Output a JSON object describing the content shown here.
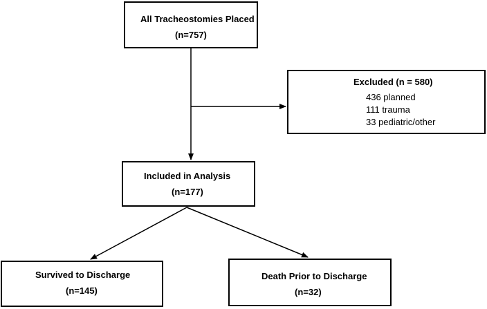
{
  "boxes": {
    "all_placed": {
      "title": "All Tracheostomies Placed",
      "count": "(n=757)"
    },
    "excluded": {
      "title": "Excluded (n = 580)",
      "items": [
        "436 planned",
        "111 trauma",
        "33 pediatric/other"
      ]
    },
    "included": {
      "title": "Included in Analysis",
      "count": "(n=177)"
    },
    "survived": {
      "title": "Survived to Discharge",
      "count": "(n=145)"
    },
    "death": {
      "title": "Death Prior to Discharge",
      "count": "(n=32)"
    }
  },
  "colors": {
    "stroke": "#000000",
    "background": "#ffffff"
  }
}
